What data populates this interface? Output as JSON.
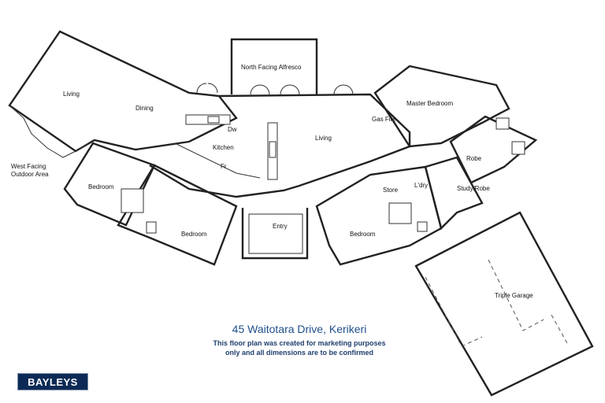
{
  "rooms": {
    "living_west": "Living",
    "dining": "Dining",
    "alfresco": "North Facing Alfresco",
    "gas_fire": "Gas Fire",
    "master_bedroom": "Master Bedroom",
    "dw": "Dw",
    "kitchen": "Kitchen",
    "living_centre": "Living",
    "outdoor_line1": "West Facing",
    "outdoor_line2": "Outdoor Area",
    "fr": "Fr",
    "robe": "Robe",
    "bedroom_1": "Bedroom",
    "store": "Store",
    "laundry": "L'dry",
    "study_robe": "Study/Robe",
    "bedroom_2": "Bedroom",
    "entry": "Entry",
    "bedroom_3": "Bedroom",
    "triple_garage": "Triple Garage"
  },
  "title": "45 Waitotara Drive, Kerikeri",
  "note_line1": "This floor plan was created for marketing purposes",
  "note_line2": "only and all dimensions are to be confirmed",
  "logo": "BAYLEYS",
  "colors": {
    "title": "#1f4f8a",
    "note": "#1f3f6e",
    "logo_bg": "#0c2a55",
    "wall": "#222222"
  }
}
